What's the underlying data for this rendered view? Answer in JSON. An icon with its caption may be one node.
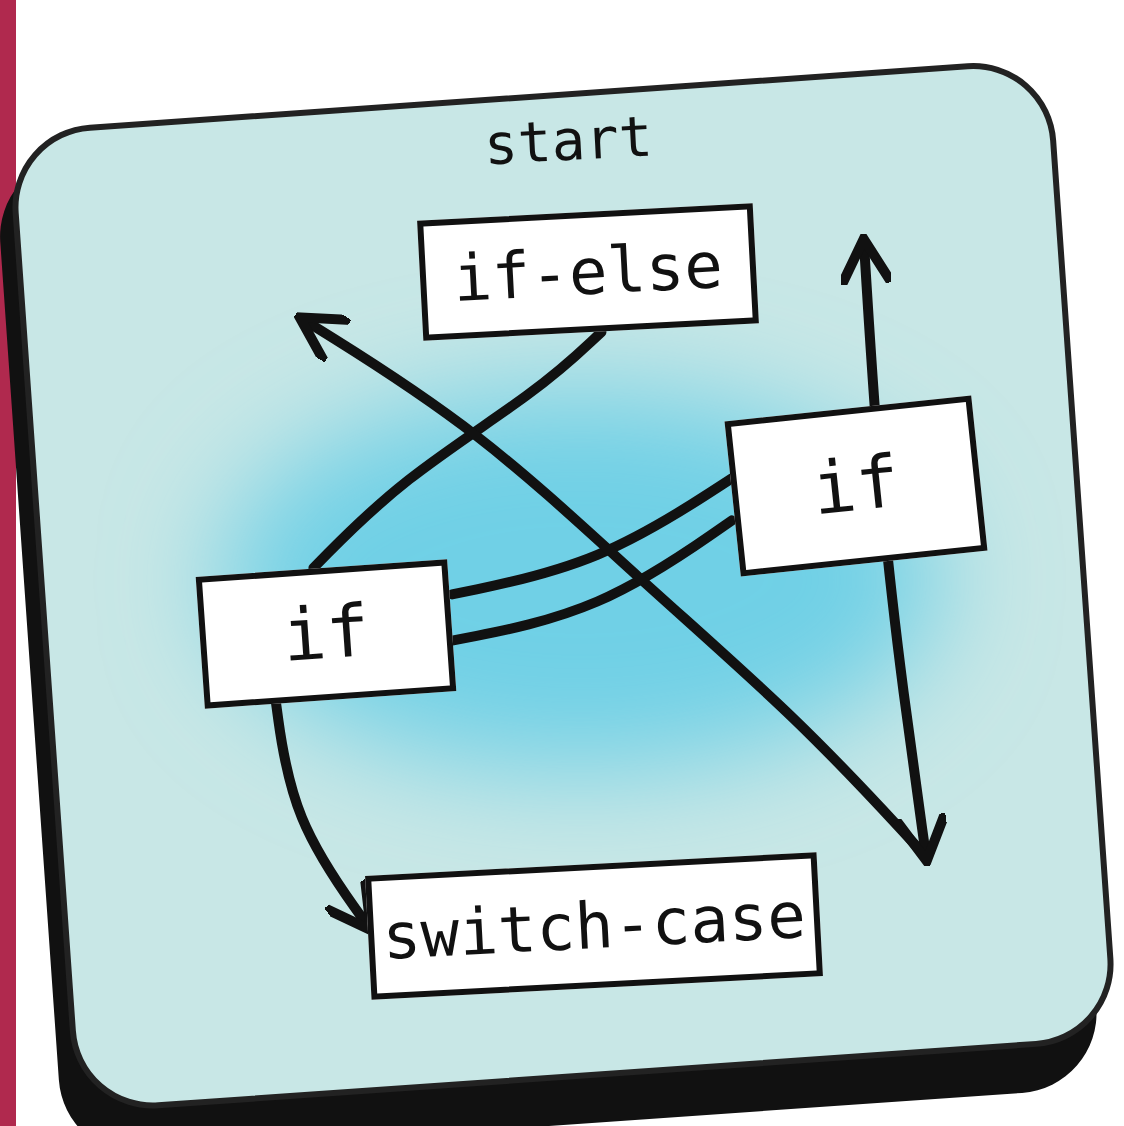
{
  "diagram": {
    "nodes": [
      {
        "text": [
          "if-else"
        ],
        "beside": [
          "start"
        ]
      },
      {
        "text": [
          "if"
        ]
      },
      {
        "text": [
          "if"
        ]
      },
      {
        "text": [
          "switch-case"
        ]
      }
    ],
    "edges": [
      {
        "from": 0,
        "to": 2,
        "arrow": "none"
      },
      {
        "from": 2,
        "to": 1,
        "arrow": "none"
      },
      {
        "from": 2,
        "to": 1,
        "arrow": "none"
      },
      {
        "from": 2,
        "to": 3,
        "arrow": "to"
      }
    ]
  }
}
